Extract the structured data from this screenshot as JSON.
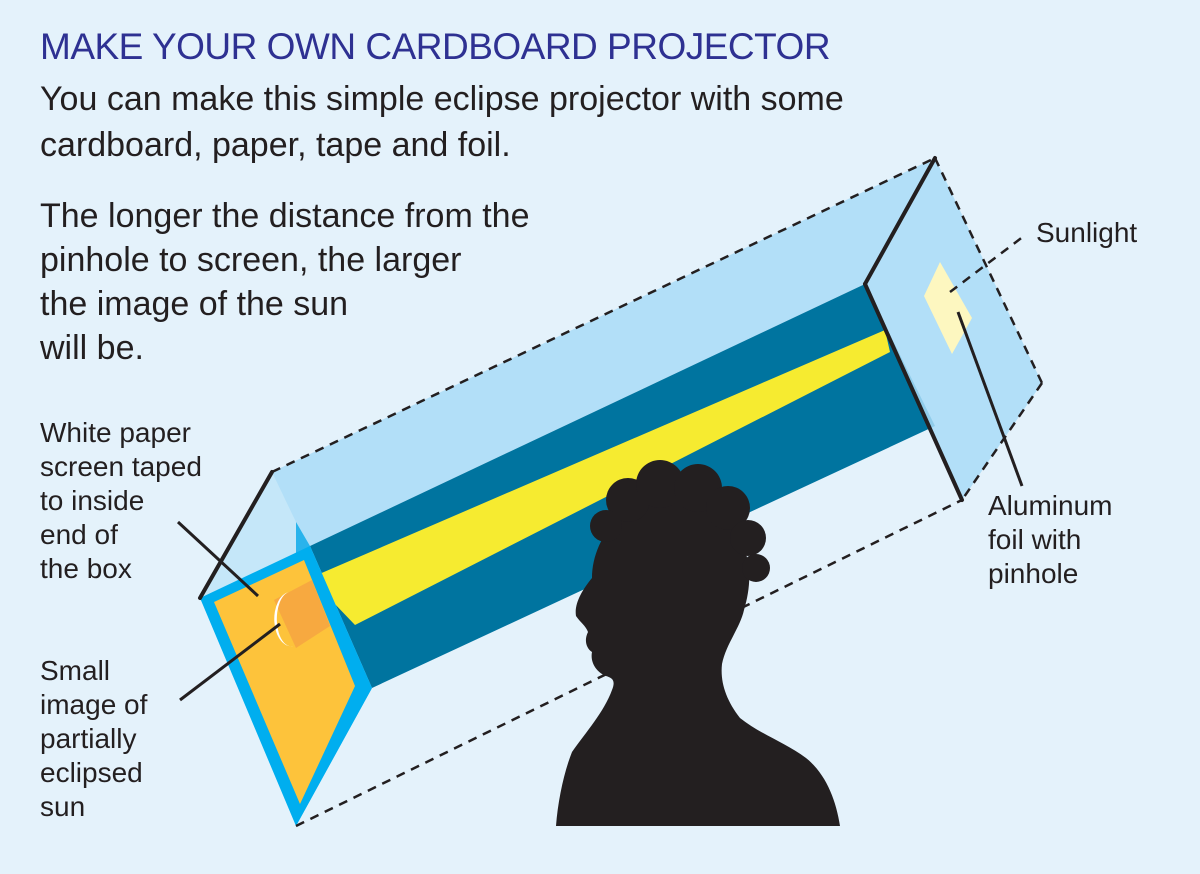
{
  "title": "MAKE YOUR OWN CARDBOARD PROJECTOR",
  "intro": {
    "lines": [
      "You can make this simple eclipse projector with some",
      "cardboard, paper, tape and foil."
    ]
  },
  "note": {
    "lines": [
      "The longer the distance from the",
      "pinhole to screen, the larger",
      "the image of the sun",
      "will be."
    ]
  },
  "labels": {
    "sunlight": {
      "lines": [
        "Sunlight"
      ]
    },
    "foil": {
      "lines": [
        "Aluminum",
        "foil with",
        "pinhole"
      ]
    },
    "screen": {
      "lines": [
        "White paper",
        "screen taped",
        "to inside",
        "end of",
        "the box"
      ]
    },
    "sun_image": {
      "lines": [
        "Small",
        "image of",
        "partially",
        "eclipsed",
        "sun"
      ]
    }
  },
  "colors": {
    "background": "#e4f2fb",
    "title": "#2e3192",
    "text": "#231f20",
    "box_light": "#a9dcf7",
    "box_dark": "#00749f",
    "box_edge": "#00aeef",
    "screen": "#fdc33b",
    "sunbeam": "#f6eb30",
    "foil_window": "#fdf7c0",
    "silhouette": "#231f20"
  }
}
